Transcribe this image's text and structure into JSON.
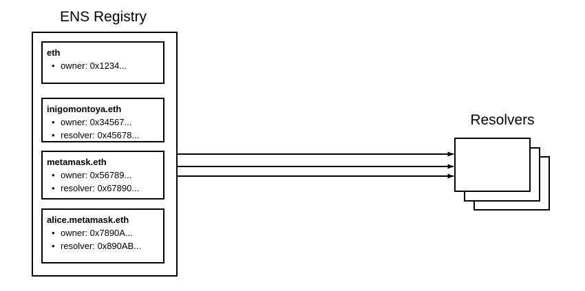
{
  "diagram": {
    "background_color": "#ffffff",
    "stroke_color": "#000000",
    "registry": {
      "title": "ENS Registry",
      "records": [
        {
          "name": "eth",
          "fields": [
            "owner: 0x1234..."
          ]
        },
        {
          "name": "inigomontoya.eth",
          "fields": [
            "owner: 0x34567...",
            "resolver: 0x45678..."
          ]
        },
        {
          "name": "metamask.eth",
          "fields": [
            "owner: 0x56789...",
            "resolver: 0x67890..."
          ]
        },
        {
          "name": "alice.metamask.eth",
          "fields": [
            "owner: 0x7890A...",
            "resolver: 0x890AB..."
          ]
        }
      ]
    },
    "resolvers": {
      "title": "Resolvers",
      "stack_count": 3
    },
    "connectors": [
      {
        "from": "inigomontoya.eth",
        "to": "Resolvers"
      },
      {
        "from": "metamask.eth",
        "to": "Resolvers"
      },
      {
        "from": "alice.metamask.eth",
        "to": "Resolvers"
      }
    ]
  }
}
